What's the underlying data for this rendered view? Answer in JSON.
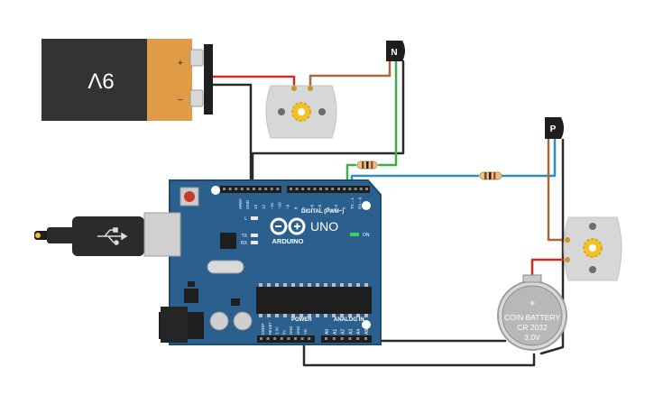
{
  "battery_9v": {
    "voltage_label": "9V",
    "plus_label": "+",
    "minus_label": "−"
  },
  "transistor_n": {
    "label": "N"
  },
  "transistor_p": {
    "label": "P"
  },
  "coin_battery": {
    "plus_label": "+",
    "line1": "COIN BATTERY",
    "line2": "CR 2032",
    "line3": "3.0V"
  },
  "arduino": {
    "logo_text": "ARDUINO",
    "model": "UNO",
    "digital_header": "DIGITAL (PWM~)",
    "analog_header": "ANALOG IN",
    "power_header": "POWER",
    "on_label": "ON",
    "led_l": "L",
    "led_tx": "TX",
    "led_rx": "RX",
    "aref": "AREF",
    "gnd": "GND",
    "pins_digital": [
      "13",
      "12",
      "~11",
      "~10",
      "~9",
      "8",
      "7",
      "~6",
      "~5",
      "4",
      "~3",
      "2",
      "TX→1",
      "RX←0"
    ],
    "pins_power": [
      "IOREF",
      "RESET",
      "3.3V",
      "5V",
      "GND",
      "GND",
      "Vin"
    ],
    "pins_analog": [
      "A0",
      "A1",
      "A2",
      "A3",
      "A4",
      "A5"
    ]
  },
  "colors": {
    "board": "#2b5f8e",
    "board_edge": "#1d4b73",
    "wire_red": "#d32a22",
    "wire_black": "#2a2a2a",
    "wire_brown": "#a8683a",
    "wire_green": "#3fae49",
    "wire_blue": "#2a8fc1",
    "battery_body": "#333333",
    "battery_cap": "#e09b46"
  }
}
